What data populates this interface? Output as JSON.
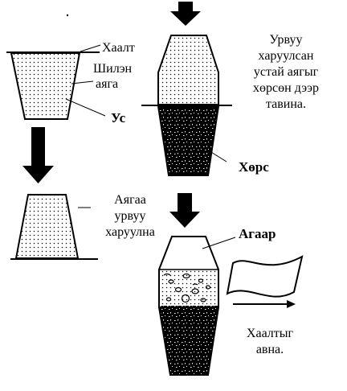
{
  "diagram": {
    "labels": {
      "lid": "Хаалт",
      "glass": [
        "Шилэн",
        "аяга"
      ],
      "water": "Ус",
      "step2_text": [
        "Урвуу",
        "харуулсан",
        "устай аягыг",
        "хөрсөн дээр",
        "тавина."
      ],
      "soil": "Хөрс",
      "step3_text": [
        "Аягаа",
        "урвуу",
        "харуулна"
      ],
      "air": "Агаар",
      "step4_text": [
        "Хаалтыг",
        "авна."
      ]
    },
    "colors": {
      "ink": "#000000",
      "paper": "#ffffff"
    }
  }
}
